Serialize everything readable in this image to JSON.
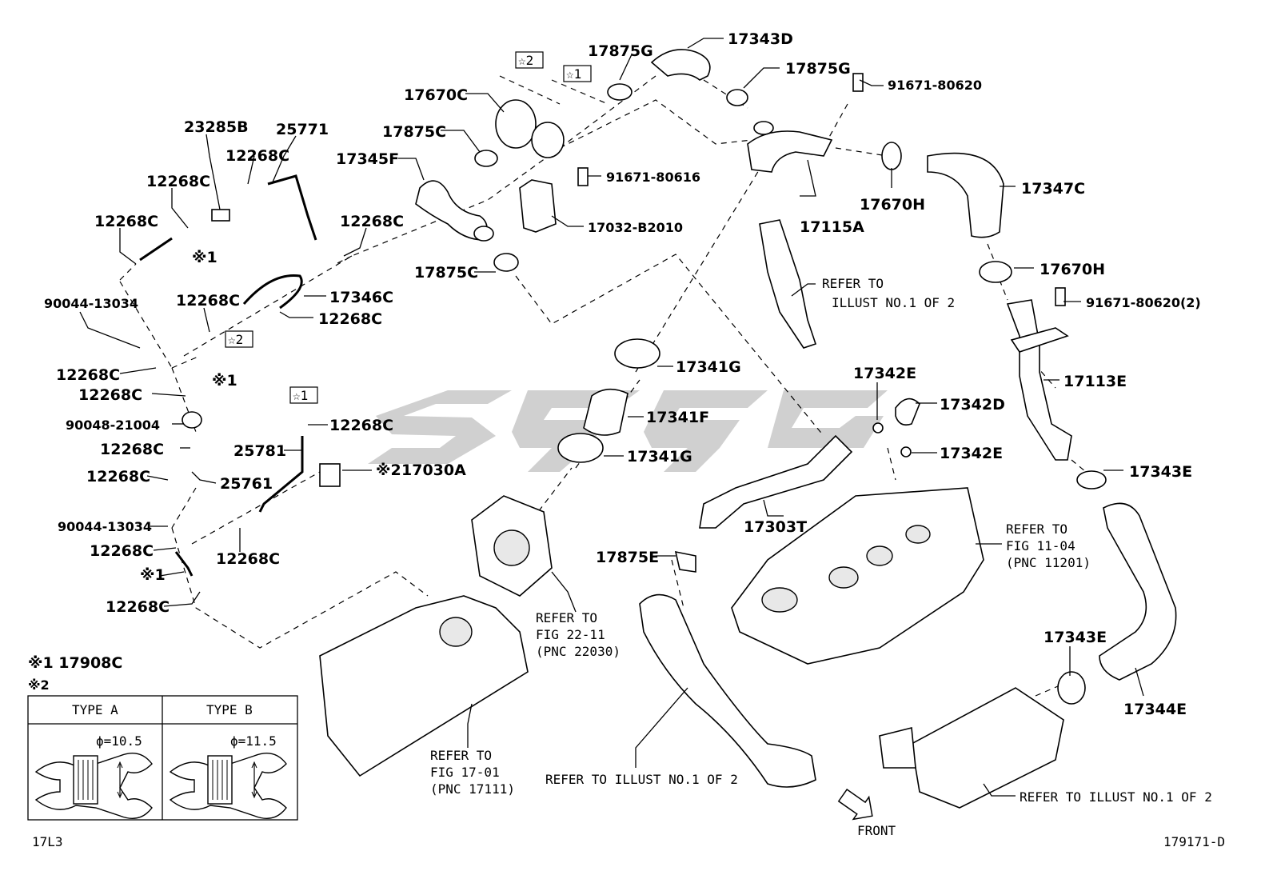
{
  "watermark": "SGG",
  "parts": [
    {
      "id": "p1",
      "label": "17343D"
    },
    {
      "id": "p2",
      "label": "17875G"
    },
    {
      "id": "p3",
      "label": "17875G"
    },
    {
      "id": "p4",
      "label": "91671-80620"
    },
    {
      "id": "p5",
      "label": "17670C"
    },
    {
      "id": "p6",
      "label": "17875C"
    },
    {
      "id": "p7",
      "label": "17345F"
    },
    {
      "id": "p8",
      "label": "91671-80616"
    },
    {
      "id": "p9",
      "label": "17032-B2010"
    },
    {
      "id": "p10",
      "label": "17875C"
    },
    {
      "id": "p11",
      "label": "17115A"
    },
    {
      "id": "p12",
      "label": "17670H"
    },
    {
      "id": "p13",
      "label": "17347C"
    },
    {
      "id": "p14",
      "label": "17670H"
    },
    {
      "id": "p15",
      "label": "91671-80620(2)"
    },
    {
      "id": "p16",
      "label": "17113E"
    },
    {
      "id": "p17",
      "label": "23285B"
    },
    {
      "id": "p18",
      "label": "25771"
    },
    {
      "id": "p19",
      "label": "12268C"
    },
    {
      "id": "p20",
      "label": "12268C"
    },
    {
      "id": "p21",
      "label": "12268C"
    },
    {
      "id": "p22",
      "label": "12268C"
    },
    {
      "id": "p23",
      "label": "90044-13034"
    },
    {
      "id": "p24",
      "label": "12268C"
    },
    {
      "id": "p25",
      "label": "17346C"
    },
    {
      "id": "p26",
      "label": "12268C"
    },
    {
      "id": "p27",
      "label": "12268C"
    },
    {
      "id": "p28",
      "label": "12268C"
    },
    {
      "id": "p29",
      "label": "90048-21004"
    },
    {
      "id": "p30",
      "label": "12268C"
    },
    {
      "id": "p31",
      "label": "12268C"
    },
    {
      "id": "p32",
      "label": "25761"
    },
    {
      "id": "p33",
      "label": "90044-13034"
    },
    {
      "id": "p34",
      "label": "12268C"
    },
    {
      "id": "p35",
      "label": "12268C"
    },
    {
      "id": "p36",
      "label": "12268C"
    },
    {
      "id": "p37",
      "label": "25781"
    },
    {
      "id": "p38",
      "label": "12268C"
    },
    {
      "id": "p39",
      "label": "17030A"
    },
    {
      "id": "p40",
      "label": "17341G"
    },
    {
      "id": "p41",
      "label": "17341F"
    },
    {
      "id": "p42",
      "label": "17341G"
    },
    {
      "id": "p43",
      "label": "17342E"
    },
    {
      "id": "p44",
      "label": "17342D"
    },
    {
      "id": "p45",
      "label": "17342E"
    },
    {
      "id": "p46",
      "label": "17303T"
    },
    {
      "id": "p47",
      "label": "17875E"
    },
    {
      "id": "p48",
      "label": "17343E"
    },
    {
      "id": "p49",
      "label": "17343E"
    },
    {
      "id": "p50",
      "label": "17344E"
    }
  ],
  "marks": {
    "star1": "☆1",
    "star2": "☆2",
    "x1": "※1",
    "x2": "※2"
  },
  "refs": [
    {
      "id": "r1",
      "lines": [
        "REFER TO",
        "ILLUST NO.1 OF 2"
      ]
    },
    {
      "id": "r2",
      "lines": [
        "REFER TO",
        "FIG 11-04",
        "(PNC 11201)"
      ]
    },
    {
      "id": "r3",
      "lines": [
        "REFER TO",
        "FIG 22-11",
        "(PNC 22030)"
      ]
    },
    {
      "id": "r4",
      "lines": [
        "REFER TO",
        "FIG 17-01",
        "(PNC 17111)"
      ]
    },
    {
      "id": "r5",
      "lines": [
        "REFER TO ILLUST NO.1 OF 2"
      ]
    },
    {
      "id": "r6",
      "lines": [
        "REFER TO ILLUST NO.1 OF 2"
      ]
    }
  ],
  "legend": {
    "x1_text": "※1 17908C",
    "x2_text": "※2",
    "type_a": "TYPE A",
    "type_b": "TYPE B",
    "phi_a": "ϕ=10.5",
    "phi_b": "ϕ=11.5"
  },
  "front_label": "FRONT",
  "page_code": "17L3",
  "figure_code": "179171-D"
}
